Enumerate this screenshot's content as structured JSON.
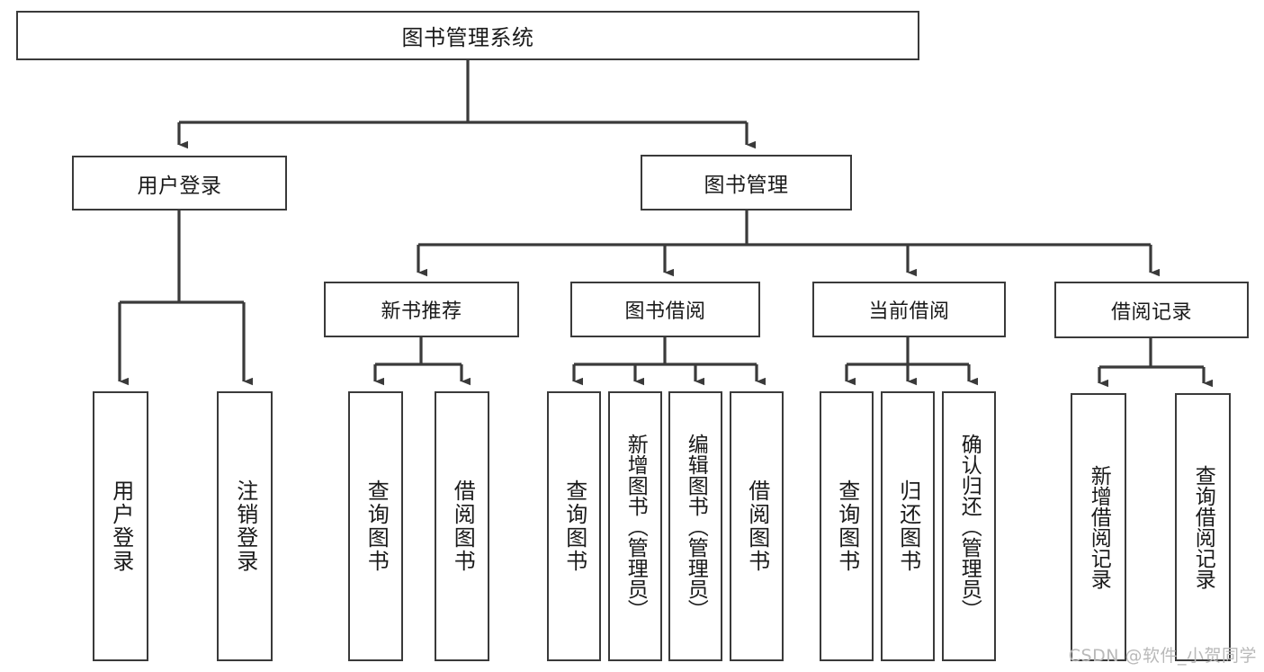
{
  "diagram": {
    "title": "图书管理系统",
    "type": "tree",
    "watermark": "CSDN @软件_小贺同学",
    "colors": {
      "border": "#3a3a3a",
      "fill": "#ffffff",
      "edge": "#3a3a3a",
      "text": "#1a1a1a",
      "watermark": "#b9b9b9"
    },
    "nodes": {
      "root": {
        "label": "图书管理系统"
      },
      "level1": [
        {
          "id": "user-login",
          "label": "用户登录"
        },
        {
          "id": "book-manage",
          "label": "图书管理"
        }
      ],
      "level2": [
        {
          "id": "new-book-recommend",
          "label": "新书推荐"
        },
        {
          "id": "book-borrow",
          "label": "图书借阅"
        },
        {
          "id": "current-borrow",
          "label": "当前借阅"
        },
        {
          "id": "borrow-record",
          "label": "借阅记录"
        }
      ],
      "leaves": {
        "user-login": [
          {
            "id": "leaf-user-login",
            "label": "用户登录"
          },
          {
            "id": "leaf-logout-login",
            "label": "注销登录"
          }
        ],
        "new-book-recommend": [
          {
            "id": "leaf-query-book-1",
            "label": "查询图书"
          },
          {
            "id": "leaf-borrow-book-1",
            "label": "借阅图书"
          }
        ],
        "book-borrow": [
          {
            "id": "leaf-query-book-2",
            "label": "查询图书"
          },
          {
            "id": "leaf-add-book",
            "label": "新增图书（管理员）"
          },
          {
            "id": "leaf-edit-book",
            "label": "编辑图书（管理员）"
          },
          {
            "id": "leaf-borrow-book-2",
            "label": "借阅图书"
          }
        ],
        "current-borrow": [
          {
            "id": "leaf-query-book-3",
            "label": "查询图书"
          },
          {
            "id": "leaf-return-book",
            "label": "归还图书"
          },
          {
            "id": "leaf-confirm-return",
            "label": "确认归还（管理员）"
          }
        ],
        "borrow-record": [
          {
            "id": "leaf-add-record",
            "label": "新增借阅记录"
          },
          {
            "id": "leaf-query-record",
            "label": "查询借阅记录"
          }
        ]
      }
    }
  }
}
